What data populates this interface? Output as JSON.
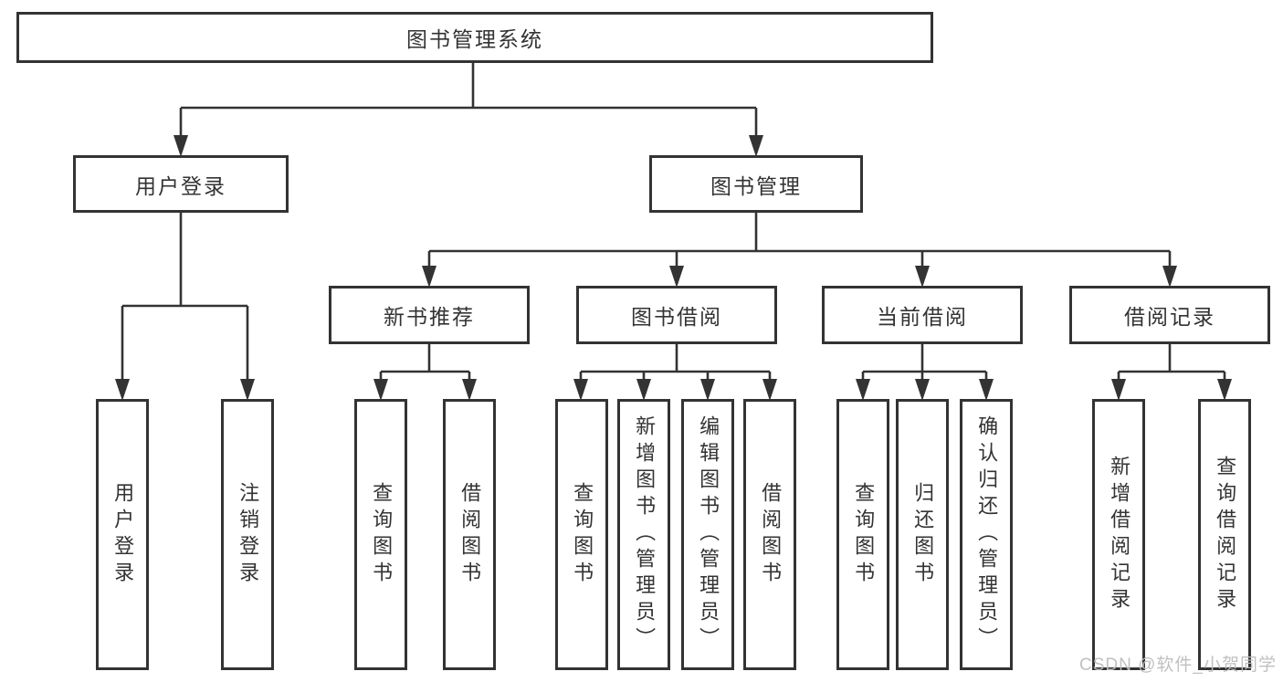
{
  "diagram": {
    "root": {
      "label": "图书管理系统"
    },
    "level2": [
      {
        "label": "用户登录"
      },
      {
        "label": "图书管理"
      }
    ],
    "level3": [
      {
        "label": "新书推荐"
      },
      {
        "label": "图书借阅"
      },
      {
        "label": "当前借阅"
      },
      {
        "label": "借阅记录"
      }
    ],
    "leaves": [
      {
        "label": "用户登录"
      },
      {
        "label": "注销登录"
      },
      {
        "label": "查询图书"
      },
      {
        "label": "借阅图书"
      },
      {
        "label": "查询图书"
      },
      {
        "label": "新增图书（管理员）"
      },
      {
        "label": "编辑图书（管理员）"
      },
      {
        "label": "借阅图书"
      },
      {
        "label": "查询图书"
      },
      {
        "label": "归还图书"
      },
      {
        "label": "确认归还（管理员）"
      },
      {
        "label": "新增借阅记录"
      },
      {
        "label": "查询借阅记录"
      }
    ]
  },
  "watermark": {
    "text": "CSDN @软件_小贺同学"
  },
  "colors": {
    "line": "#333333",
    "box_border": "#333333",
    "text": "#333333",
    "background": "#ffffff",
    "watermark": "#bdbdbd"
  }
}
